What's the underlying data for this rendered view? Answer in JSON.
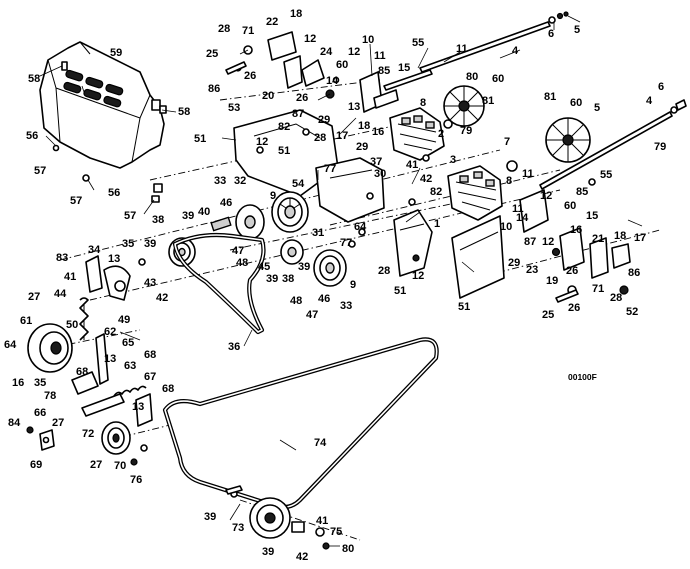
{
  "diagram_code": "00100F",
  "callouts": [
    {
      "label": "5"
    },
    {
      "label": "6"
    },
    {
      "label": "4"
    },
    {
      "label": "11"
    },
    {
      "label": "55"
    },
    {
      "label": "10"
    },
    {
      "label": "12"
    },
    {
      "label": "11"
    },
    {
      "label": "85"
    },
    {
      "label": "15"
    },
    {
      "label": "60"
    },
    {
      "label": "14"
    },
    {
      "label": "13"
    },
    {
      "label": "18"
    },
    {
      "label": "22"
    },
    {
      "label": "28"
    },
    {
      "label": "71"
    },
    {
      "label": "12"
    },
    {
      "label": "25"
    },
    {
      "label": "26"
    },
    {
      "label": "24"
    },
    {
      "label": "20"
    },
    {
      "label": "86"
    },
    {
      "label": "80"
    },
    {
      "label": "60"
    },
    {
      "label": "81"
    },
    {
      "label": "8"
    },
    {
      "label": "79"
    },
    {
      "label": "2"
    },
    {
      "label": "16"
    },
    {
      "label": "17"
    },
    {
      "label": "18"
    },
    {
      "label": "26"
    },
    {
      "label": "87"
    },
    {
      "label": "29"
    },
    {
      "label": "59"
    },
    {
      "label": "58"
    },
    {
      "label": "58"
    },
    {
      "label": "56"
    },
    {
      "label": "57"
    },
    {
      "label": "56"
    },
    {
      "label": "57"
    },
    {
      "label": "57"
    },
    {
      "label": "53"
    },
    {
      "label": "51"
    },
    {
      "label": "12"
    },
    {
      "label": "82"
    },
    {
      "label": "28"
    },
    {
      "label": "51"
    },
    {
      "label": "29"
    },
    {
      "label": "37"
    },
    {
      "label": "30"
    },
    {
      "label": "41"
    },
    {
      "label": "42"
    },
    {
      "label": "82"
    },
    {
      "label": "3"
    },
    {
      "label": "77"
    },
    {
      "label": "54"
    },
    {
      "label": "33"
    },
    {
      "label": "32"
    },
    {
      "label": "9"
    },
    {
      "label": "46"
    },
    {
      "label": "40"
    },
    {
      "label": "38"
    },
    {
      "label": "39"
    },
    {
      "label": "47"
    },
    {
      "label": "48"
    },
    {
      "label": "31"
    },
    {
      "label": "64"
    },
    {
      "label": "77"
    },
    {
      "label": "1"
    },
    {
      "label": "28"
    },
    {
      "label": "12"
    },
    {
      "label": "51"
    },
    {
      "label": "39"
    },
    {
      "label": "45"
    },
    {
      "label": "38"
    },
    {
      "label": "39"
    },
    {
      "label": "9"
    },
    {
      "label": "48"
    },
    {
      "label": "47"
    },
    {
      "label": "46"
    },
    {
      "label": "33"
    },
    {
      "label": "83"
    },
    {
      "label": "34"
    },
    {
      "label": "35"
    },
    {
      "label": "39"
    },
    {
      "label": "13"
    },
    {
      "label": "41"
    },
    {
      "label": "42"
    },
    {
      "label": "43"
    },
    {
      "label": "49"
    },
    {
      "label": "36"
    },
    {
      "label": "27"
    },
    {
      "label": "44"
    },
    {
      "label": "50"
    },
    {
      "label": "61"
    },
    {
      "label": "62"
    },
    {
      "label": "65"
    },
    {
      "label": "64"
    },
    {
      "label": "16"
    },
    {
      "label": "13"
    },
    {
      "label": "68"
    },
    {
      "label": "35"
    },
    {
      "label": "78"
    },
    {
      "label": "68"
    },
    {
      "label": "63"
    },
    {
      "label": "67"
    },
    {
      "label": "68"
    },
    {
      "label": "66"
    },
    {
      "label": "27"
    },
    {
      "label": "13"
    },
    {
      "label": "72"
    },
    {
      "label": "84"
    },
    {
      "label": "69"
    },
    {
      "label": "27"
    },
    {
      "label": "70"
    },
    {
      "label": "76"
    },
    {
      "label": "74"
    },
    {
      "label": "39"
    },
    {
      "label": "73"
    },
    {
      "label": "39"
    },
    {
      "label": "41"
    },
    {
      "label": "75"
    },
    {
      "label": "42"
    },
    {
      "label": "80"
    },
    {
      "label": "81"
    },
    {
      "label": "60"
    },
    {
      "label": "5"
    },
    {
      "label": "6"
    },
    {
      "label": "4"
    },
    {
      "label": "79"
    },
    {
      "label": "7"
    },
    {
      "label": "8"
    },
    {
      "label": "11"
    },
    {
      "label": "55"
    },
    {
      "label": "85"
    },
    {
      "label": "11"
    },
    {
      "label": "12"
    },
    {
      "label": "60"
    },
    {
      "label": "15"
    },
    {
      "label": "14"
    },
    {
      "label": "16"
    },
    {
      "label": "10"
    },
    {
      "label": "87"
    },
    {
      "label": "12"
    },
    {
      "label": "21"
    },
    {
      "label": "18"
    },
    {
      "label": "17"
    },
    {
      "label": "29"
    },
    {
      "label": "23"
    },
    {
      "label": "26"
    },
    {
      "label": "19"
    },
    {
      "label": "71"
    },
    {
      "label": "86"
    },
    {
      "label": "25"
    },
    {
      "label": "26"
    },
    {
      "label": "28"
    },
    {
      "label": "52"
    },
    {
      "label": "51"
    }
  ]
}
